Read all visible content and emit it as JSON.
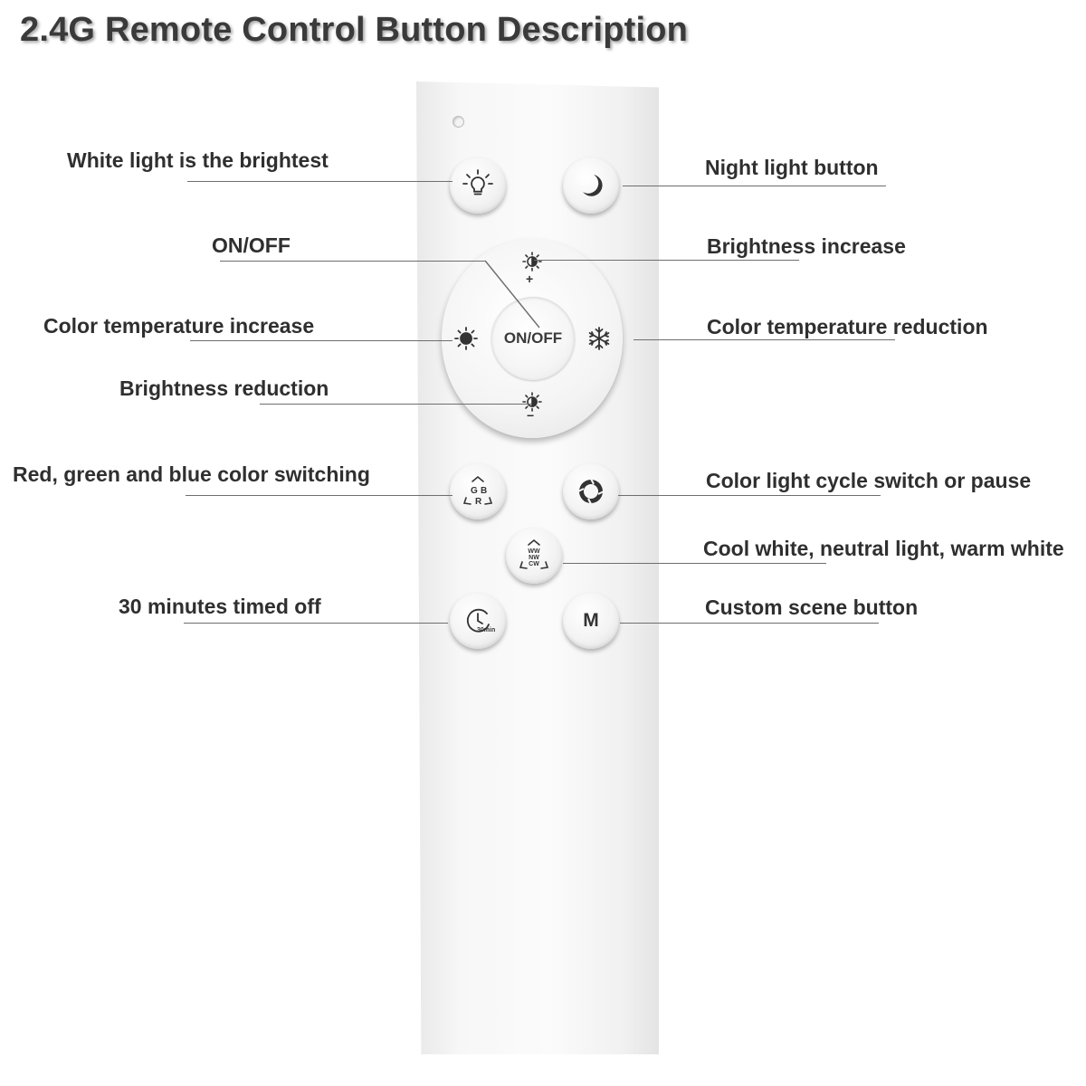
{
  "title": "2.4G Remote Control Button Description",
  "labels": {
    "white_brightest": "White light is the brightest",
    "night_light": "Night light button",
    "on_off": "ON/OFF",
    "brightness_increase": "Brightness increase",
    "color_temp_increase": "Color temperature increase",
    "color_temp_reduction": "Color temperature reduction",
    "brightness_reduction": "Brightness reduction",
    "rgb_switching": "Red, green and blue color switching",
    "color_cycle": "Color light cycle switch or pause",
    "cool_neutral_warm": "Cool white, neutral light, warm white",
    "timed_off": "30 minutes timed off",
    "custom_scene": "Custom scene button"
  },
  "buttons": {
    "on_off_text": "ON/OFF",
    "m_text": "M",
    "plus": "+",
    "minus": "−",
    "rgb_letters": [
      "G",
      "B",
      "R"
    ],
    "wnc_letters": [
      "WW",
      "NW",
      "CW"
    ],
    "timer_text": "30min"
  },
  "colors": {
    "line": "#6e6e6e",
    "text": "#2f2f2f",
    "icon": "#333333"
  }
}
